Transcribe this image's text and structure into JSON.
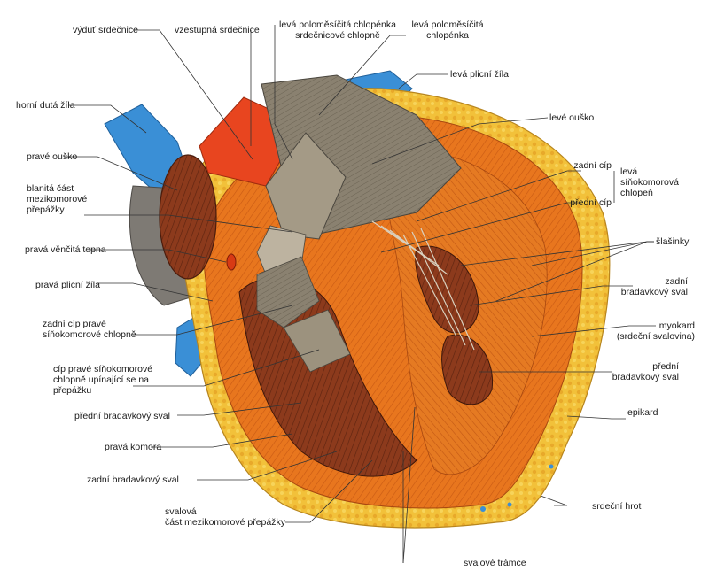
{
  "labels": {
    "aortic_sinus": "výduť srdečnice",
    "ascending_aorta": "vzestupná srdečnice",
    "aortic_valve_line1": "levá poloměsíčitá chlopénka",
    "aortic_valve_line2": "srdečnicové chlopně",
    "left_semilunar_line1": "levá poloměsíčitá",
    "left_semilunar_line2": "chlopénka",
    "left_pulmonary_vein": "levá plicní žíla",
    "left_auricle": "levé ouško",
    "superior_vena_cava": "horní dutá žíla",
    "right_auricle": "pravé ouško",
    "membranous_septum_line1": "blanitá část",
    "membranous_septum_line2": "mezikomorové",
    "membranous_septum_line3": "přepážky",
    "posterior_cusp": "zadní cíp",
    "anterior_cusp": "přední cíp",
    "mitral_valve_line1": "levá",
    "mitral_valve_line2": "síňokomorová",
    "mitral_valve_line3": "chlopeň",
    "right_coronary_artery": "pravá věnčitá tepna",
    "chordae": "šlašinky",
    "right_pulmonary_vein": "pravá plicní žíla",
    "post_papillary_left_line1": "zadní",
    "post_papillary_left_line2": "bradavkový sval",
    "tricuspid_post_line1": "zadní cíp pravé",
    "tricuspid_post_line2": "síňokomorové chlopně",
    "myocardium_line1": "myokard",
    "myocardium_line2": "(srdeční svalovina)",
    "septal_cusp_line1": "cíp pravé síňokomorové",
    "septal_cusp_line2": "chlopně upínající se na",
    "septal_cusp_line3": "přepážku",
    "ant_papillary_left_line1": "přední",
    "ant_papillary_left_line2": "bradavkový sval",
    "ant_papillary_right": "přední bradavkový sval",
    "epicardium": "epikard",
    "right_ventricle": "pravá komora",
    "post_papillary_right": "zadní bradavkový sval",
    "apex": "srdeční hrot",
    "muscular_septum_line1": "svalová",
    "muscular_septum_line2": "část mezikomorové přepážky",
    "trabeculae": "svalové trámce"
  },
  "colors": {
    "muscle": "#e8761e",
    "muscle_dark": "#b8501a",
    "fat": "#f2c13a",
    "vein_blue": "#3a8fd6",
    "aorta_red": "#e8451f",
    "valve_grey": "#8a8170",
    "leader_line": "#333333"
  }
}
